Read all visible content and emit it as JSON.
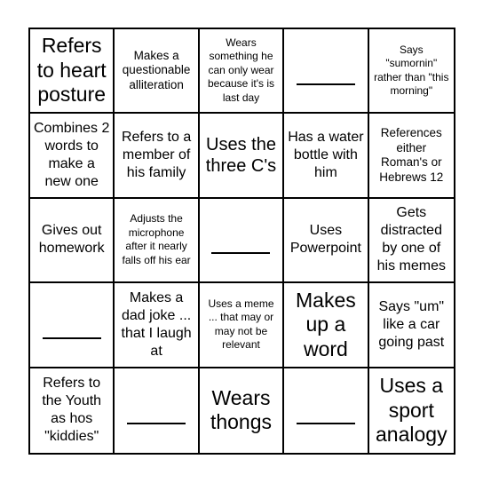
{
  "cells": [
    [
      "Refers to heart posture",
      "Makes a questionable alliteration",
      "Wears something he can only wear because it's is last day",
      "_____",
      "Says \"sumornin\" rather than \"this morning\""
    ],
    [
      "Combines 2 words to make a new one",
      "Refers to a member of his family",
      "Uses the three C's",
      "Has a water bottle with him",
      "References either Roman's or Hebrews 12"
    ],
    [
      "Gives out homework",
      "Adjusts the microphone after it nearly falls off his ear",
      "_____",
      "Uses Powerpoint",
      "Gets distracted by one of his memes"
    ],
    [
      "_____",
      "Makes a dad joke ... that I laugh at",
      "Uses a meme ... that may or may not be relevant",
      "Makes up a word",
      "Says \"um\" like a car going past"
    ],
    [
      "Refers to the Youth as hos \"kiddies\"",
      "_____",
      "Wears thongs",
      "_____",
      "Uses a sport analogy"
    ]
  ]
}
